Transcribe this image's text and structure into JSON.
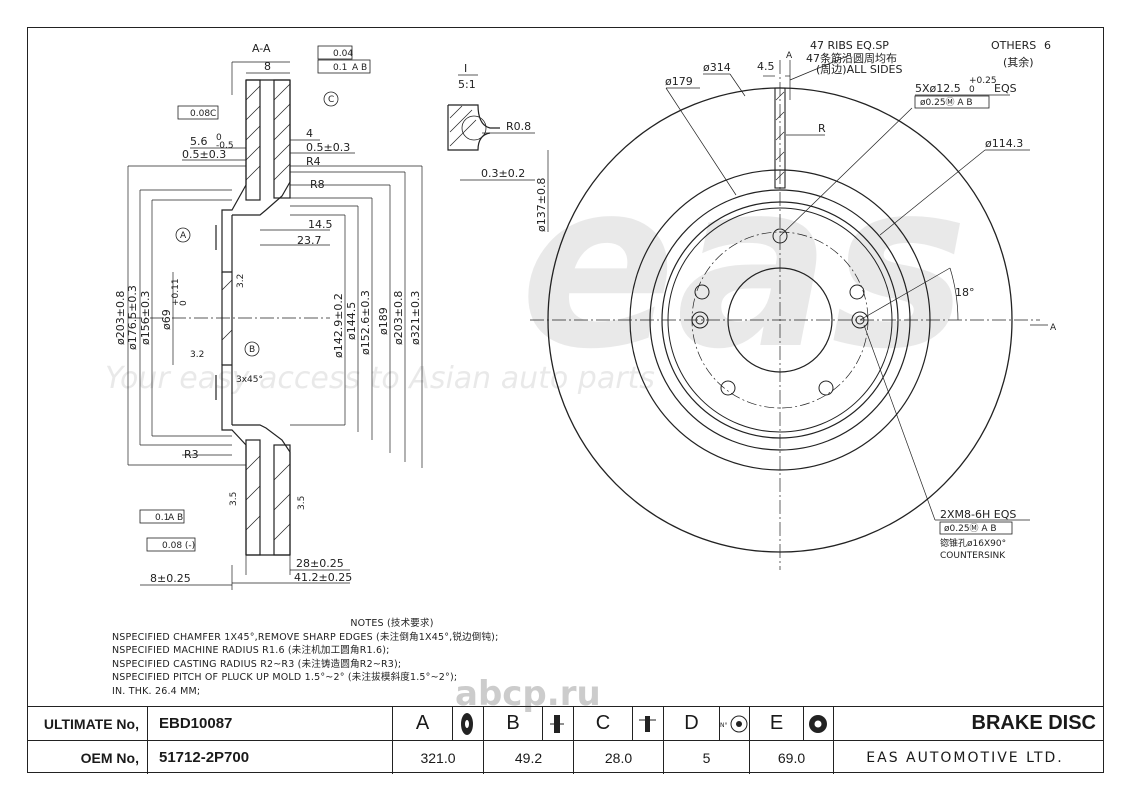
{
  "watermark": {
    "logo": "eas",
    "tagline": "Your easy access to Asian auto parts",
    "site": "abcp.ru"
  },
  "section_view": {
    "section_label": "A-A",
    "dims": {
      "width_top": "8",
      "flat_tol": "0.04",
      "runout_tol": "0.1",
      "runout_ref": "A B",
      "par_tol": "0.08",
      "par_ref": "C",
      "d1": "5.6",
      "d1_tol": "0",
      "d1_tol2": "-0.5",
      "d2": "0.5±0.3",
      "d3": "4",
      "d4": "0.5±0.3",
      "r4": "R4",
      "r8": "R8",
      "d145": "14.5",
      "d237": "23.7",
      "phi2038": "ø203±0.8",
      "phi1765": "ø176.5±0.3",
      "phi156": "ø156±0.3",
      "phi69": "ø69",
      "phi69_tol": "+0.11",
      "phi69_tol2": "0",
      "phi1429": "ø142.9±0.2",
      "phi1445": "ø144.5",
      "phi1526": "ø152.6±0.3",
      "phi189": "ø189",
      "phi203b": "ø203±0.8",
      "phi321": "ø321±0.3",
      "c32a": "3.2",
      "c32b": "3.2",
      "chamfer": "3x45°",
      "r3": "R3",
      "t35a": "3.5",
      "t35b": "3.5",
      "runout2": "0.1",
      "runout2_ref": "A B",
      "flat2": "0.08 (-)",
      "d28": "28±0.25",
      "d412": "41.2±0.25",
      "d8b": "8±0.25",
      "mark_a": "A",
      "mark_b": "B",
      "mark_c": "C"
    }
  },
  "detail_view": {
    "label": "I",
    "scale": "5:1",
    "r": "R0.8",
    "dim": "0.3±0.2",
    "phi1378": "ø137±0.8"
  },
  "front_view": {
    "phi179": "ø179",
    "phi314": "ø314",
    "w45": "4.5",
    "ribs1": "47 RIBS EQ.SP",
    "ribs2": "47条筋沿圆周均布",
    "ribs3": "(周边)ALL SIDES",
    "others1": "OTHERS",
    "others_num": "6",
    "others2": "(其余)",
    "holes1": "5Xø12.5",
    "holes_tol1": "+0.25",
    "holes_tol2": "0",
    "holes_eqs": "EQS",
    "holes_pos": "ø0.25Ⓜ A B",
    "phi1143": "ø114.3",
    "r_label": "R",
    "angle": "18°",
    "sec_a": "A",
    "tap1": "2XM8-6H EQS",
    "tap2": "ø0.25Ⓜ A B",
    "tap3": "锪锥孔ø16X90°",
    "tap4": "COUNTERSINK"
  },
  "notes": {
    "heading": "NOTES (技术要求)",
    "lines": [
      "NSPECIFIED CHAMFER 1X45°,REMOVE SHARP EDGES (未注倒角1X45°,锐边倒钝);",
      "NSPECIFIED MACHINE RADIUS R1.6 (未注机加工圆角R1.6);",
      "NSPECIFIED CASTING RADIUS R2~R3 (未注铸造圆角R2~R3);",
      "NSPECIFIED PITCH OF PLUCK UP MOLD 1.5°~2° (未注拔模斜度1.5°~2°);",
      "IN. THK. 26.4 MM;"
    ]
  },
  "title_block": {
    "ultimate_label": "ULTIMATE No,",
    "ultimate_value": "EBD10087",
    "oem_label": "OEM No,",
    "oem_value": "51712-2P700",
    "cols": [
      {
        "letter": "A",
        "icon": "disc-diameter-icon",
        "value": "321.0"
      },
      {
        "letter": "B",
        "icon": "disc-height-icon",
        "value": "49.2"
      },
      {
        "letter": "C",
        "icon": "disc-thickness-icon",
        "value": "28.0"
      },
      {
        "letter": "D",
        "icon": "bolt-count-icon",
        "value": "5"
      },
      {
        "letter": "E",
        "icon": "center-bore-icon",
        "value": "69.0"
      }
    ],
    "product": "BRAKE DISC",
    "company": "EAS AUTOMOTIVE LTD."
  }
}
